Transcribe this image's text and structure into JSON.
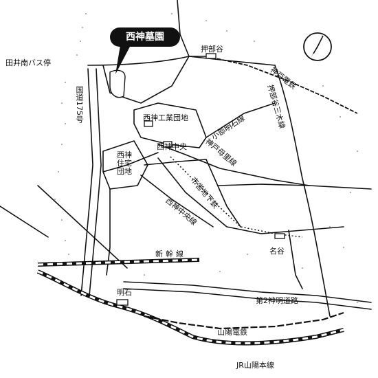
{
  "title": "西神墓園",
  "labels": {
    "bus_stop": "田井南バス停",
    "route175": "国道175号",
    "oshibedani": "押部谷",
    "kobe_dentetsu": "神戸電鉄",
    "oshibedani_miki_line": "押部谷三木線",
    "industrial_park": "西神工業団地",
    "komyo_line": "小部明石線",
    "seishin_center": "西神中央",
    "residential_park": "西神住宅団地",
    "kobe_satoyama_line": "神戸母里線",
    "subway": "市営地下鉄",
    "seishin_chuo_line": "西神中央線",
    "myodani": "名谷",
    "shinkansen": "新幹線",
    "akashi": "明石",
    "second_meido": "第2神明道路",
    "sanyo_dentetsu": "山陽電鉄",
    "jr_sanyo": "JR山陽本線"
  },
  "icons": {
    "north": "north-arrow-icon",
    "station": "station-marker-icon"
  },
  "colors": {
    "ink": "#111111",
    "paper": "#ffffff",
    "label_bg": "#111111",
    "label_fg": "#ffffff"
  }
}
